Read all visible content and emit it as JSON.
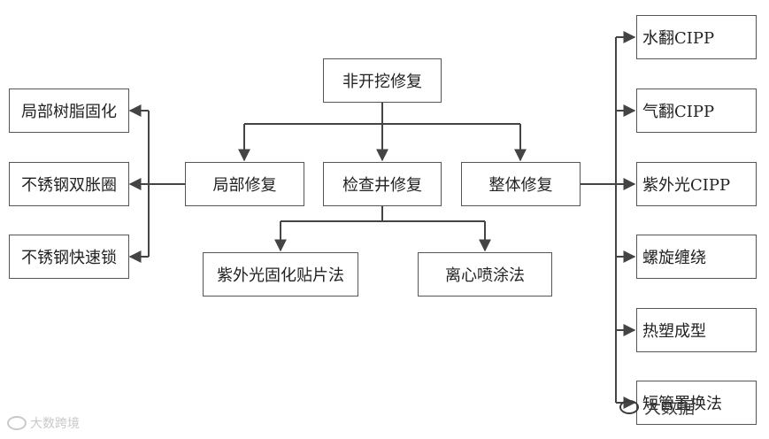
{
  "root": "非开挖修复",
  "middle": [
    "局部修复",
    "检查井修复",
    "整体修复"
  ],
  "local_methods": [
    "局部树脂固化",
    "不锈钢双胀圈",
    "不锈钢快速锁"
  ],
  "manhole_methods": [
    "紫外光固化贴片法",
    "离心喷涂法"
  ],
  "overall_methods": [
    "水翻CIPP",
    "气翻CIPP",
    "紫外光CIPP",
    "螺旋缠绕",
    "热塑成型",
    "短管置换法"
  ],
  "watermark": {
    "left": "大数跨境",
    "right": "大数据"
  }
}
